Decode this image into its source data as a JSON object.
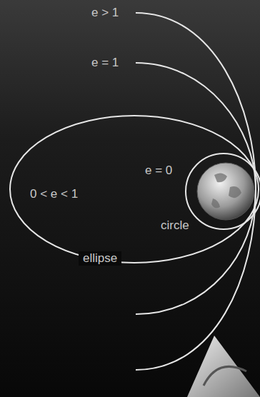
{
  "diagram": {
    "labels": [
      "e > 1",
      "e = 1",
      "e = 0",
      "0 < e < 1",
      "circle",
      "ellipse"
    ]
  }
}
